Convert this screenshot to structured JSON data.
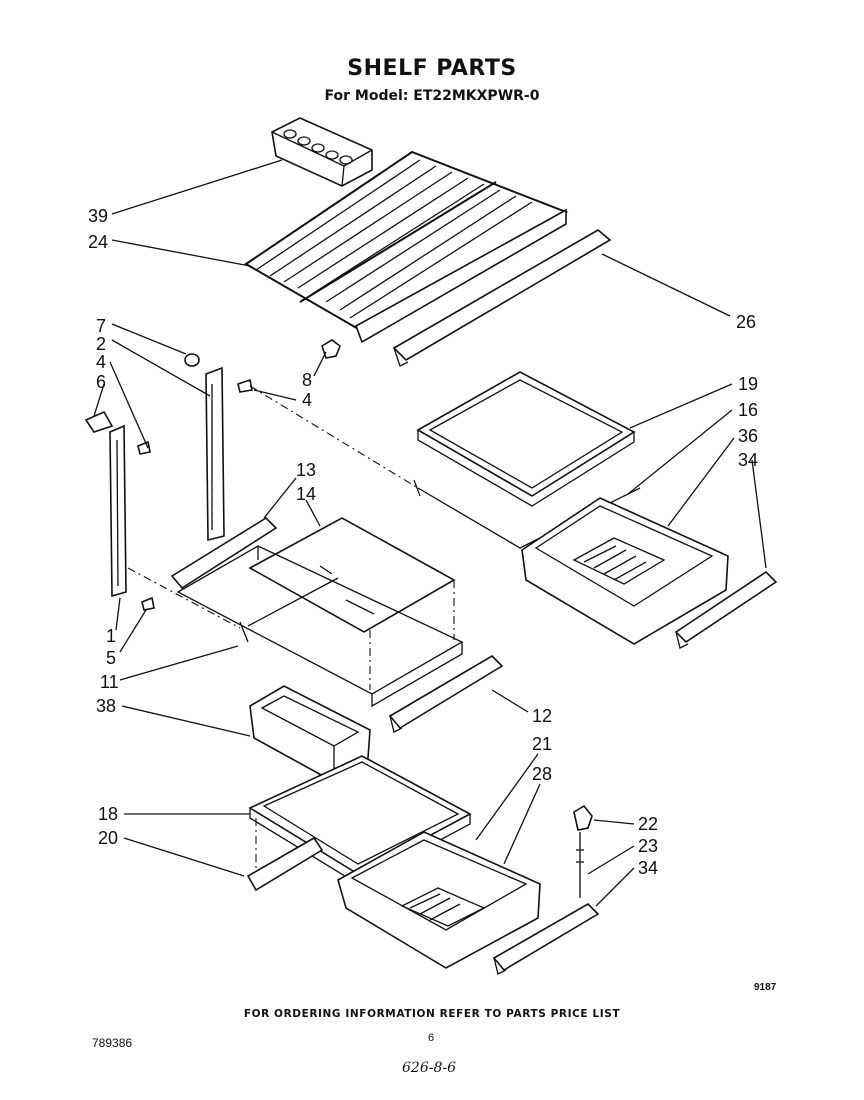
{
  "header": {
    "title": "SHELF PARTS",
    "model_line": "For Model: ET22MKXPWR-0"
  },
  "footer": {
    "ordering_note": "FOR ORDERING INFORMATION REFER TO PARTS PRICE LIST",
    "page_number": "6",
    "document_number": "789386",
    "code": "9187",
    "handwritten_note": "626-8-6"
  },
  "callouts": {
    "c39": "39",
    "c24": "24",
    "c26": "26",
    "c7": "7",
    "c2": "2",
    "c4a": "4",
    "c6": "6",
    "c8": "8",
    "c4b": "4",
    "c19": "19",
    "c16": "16",
    "c36": "36",
    "c34a": "34",
    "c13": "13",
    "c14": "14",
    "c1": "1",
    "c5": "5",
    "c11": "11",
    "c12": "12",
    "c38": "38",
    "c21": "21",
    "c28": "28",
    "c18": "18",
    "c20": "20",
    "c22": "22",
    "c23": "23",
    "c34b": "34"
  }
}
